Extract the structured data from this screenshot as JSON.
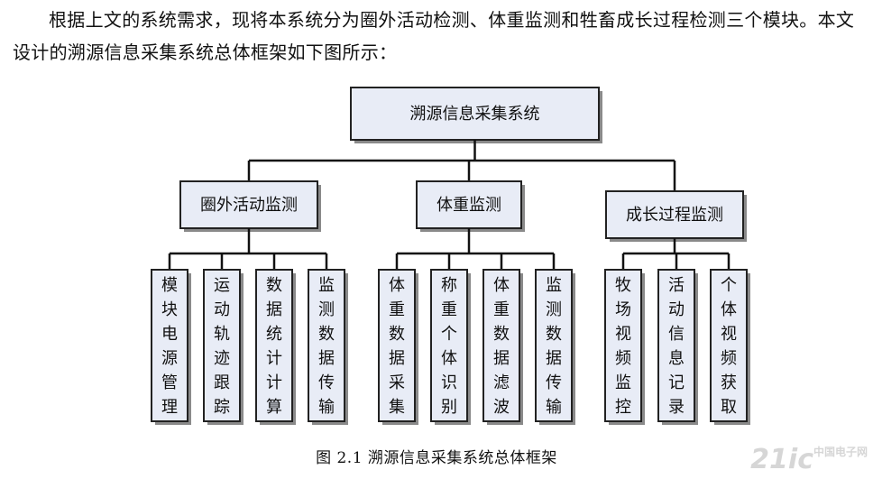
{
  "paragraph": "根据上文的系统需求，现将本系统分为圈外活动检测、体重监测和牲畜成长过程检测三个模块。本文设计的溯源信息采集系统总体框架如下图所示：",
  "diagram": {
    "root": "溯源信息采集系统",
    "branches": [
      {
        "label": "圈外活动监测",
        "children": [
          "模块电源管理",
          "运动轨迹跟踪",
          "数据统计计算",
          "监测数据传输"
        ]
      },
      {
        "label": "体重监测",
        "children": [
          "体重数据采集",
          "称重个体识别",
          "体重数据滤波",
          "监测数据传输"
        ]
      },
      {
        "label": "成长过程监测",
        "children": [
          "牧场视频监控",
          "活动信息记录",
          "个体视频获取"
        ]
      }
    ]
  },
  "caption": "图 2.1  溯源信息采集系统总体框架",
  "watermark": {
    "text": "21ic",
    "sub": "中国电子网"
  }
}
